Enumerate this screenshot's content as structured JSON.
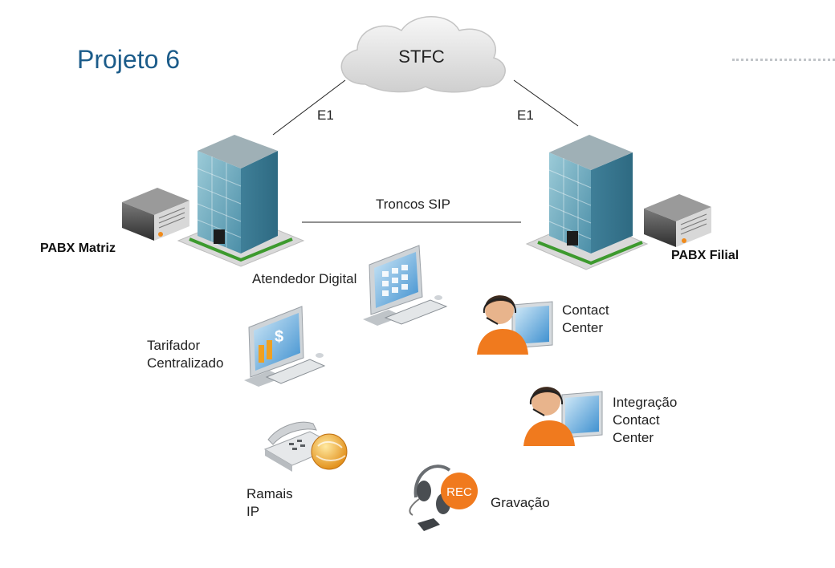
{
  "title": "Projeto 6",
  "cloud_label": "STFC",
  "links": {
    "left_e1": "E1",
    "right_e1": "E1",
    "sip": "Troncos SIP"
  },
  "nodes": {
    "pabx_matriz": "PABX Matriz",
    "pabx_filial": "PABX Filial",
    "atendedor": "Atendedor Digital",
    "contact_center": [
      "Contact",
      "Center"
    ],
    "tarifador": [
      "Tarifador",
      "Centralizado"
    ],
    "integracao": [
      "Integração",
      "Contact",
      "Center"
    ],
    "ramais": [
      "Ramais",
      "IP"
    ],
    "gravacao": "Gravação",
    "rec_badge": "REC"
  },
  "colors": {
    "title": "#1c5c8a",
    "agent_orange": "#f07a1e",
    "rec_orange": "#f07a1e",
    "building_glass": "#5b9fb6"
  }
}
